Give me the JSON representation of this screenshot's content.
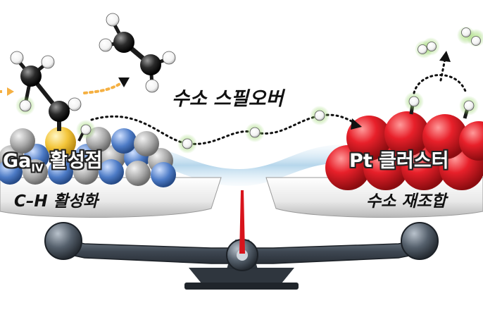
{
  "labels": {
    "site_prefix": "Ga",
    "site_sub": "IV",
    "site_suffix": " 활성점",
    "cluster": "Pt 클러스터",
    "spillover": "수소 스필오버",
    "left_pan": "C–H 활성화",
    "right_pan": "수소 재조합"
  },
  "colors": {
    "pt_sphere": "#e8202a",
    "ga_site": "#f3c53a",
    "h_atom_glow": "#7ec84a",
    "pointer": "#d8141c",
    "beam": "#3e4752",
    "hydrogen_stream": "#a9cfe8"
  }
}
